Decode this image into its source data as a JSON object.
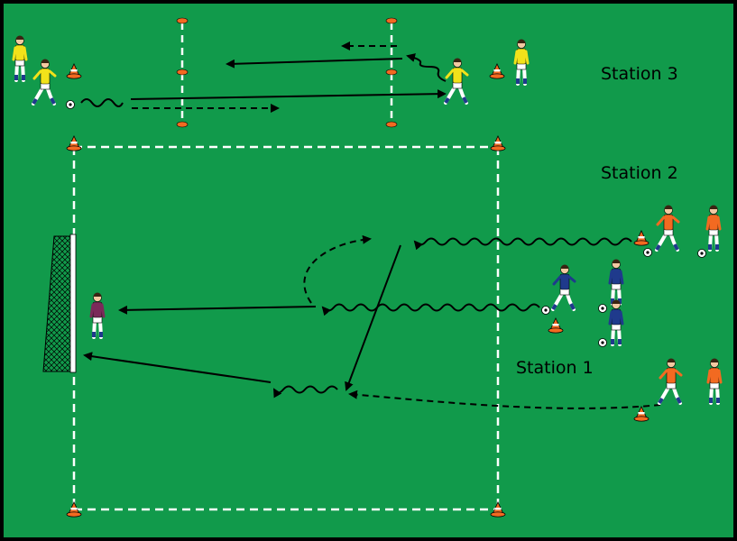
{
  "diagram": {
    "stations": [
      {
        "id": "station3",
        "label": "Station 3"
      },
      {
        "id": "station2",
        "label": "Station 2"
      },
      {
        "id": "station1",
        "label": "Station 1"
      }
    ]
  },
  "colors": {
    "pitch": "#119a4b",
    "border": "#000000",
    "lines": "#ffffff",
    "cone": "#f26a21",
    "team_yellow": "#f2e21a",
    "team_orange": "#f26a21",
    "team_blue": "#1f3a8c",
    "keeper": "#7b2a5a"
  }
}
